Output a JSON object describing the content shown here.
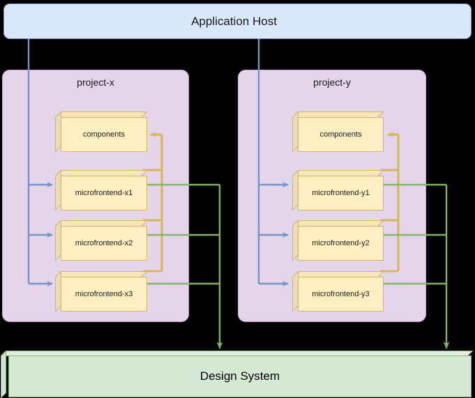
{
  "diagram": {
    "title_host": "Application Host",
    "title_design_system": "Design System",
    "colors": {
      "host_fill": "#dae8fc",
      "host_stroke": "#7a9bd0",
      "project_fill": "#e4d5ea",
      "project_stroke": "#c9a9d6",
      "package_fill": "#ffeec2",
      "package_stroke": "#d6b656",
      "design_fill": "#d5e8d4",
      "design_stroke": "#82b366",
      "blue_edge": "#7394c4",
      "gold_edge": "#d6b656",
      "green_edge": "#82b366",
      "background": "#000000"
    },
    "projects": [
      {
        "name": "project-x",
        "shared": "components",
        "microfrontends": [
          "microfrontend-x1",
          "microfrontend-x2",
          "microfrontend-x3"
        ]
      },
      {
        "name": "project-y",
        "shared": "components",
        "microfrontends": [
          "microfrontend-y1",
          "microfrontend-y2",
          "microfrontend-y3"
        ]
      }
    ],
    "edges": {
      "host_to_microfrontend": "Application Host routes to each microfrontend",
      "microfrontend_to_components": "Each microfrontend consumes project components",
      "microfrontend_to_design_system": "Each microfrontend consumes the Design System"
    }
  }
}
